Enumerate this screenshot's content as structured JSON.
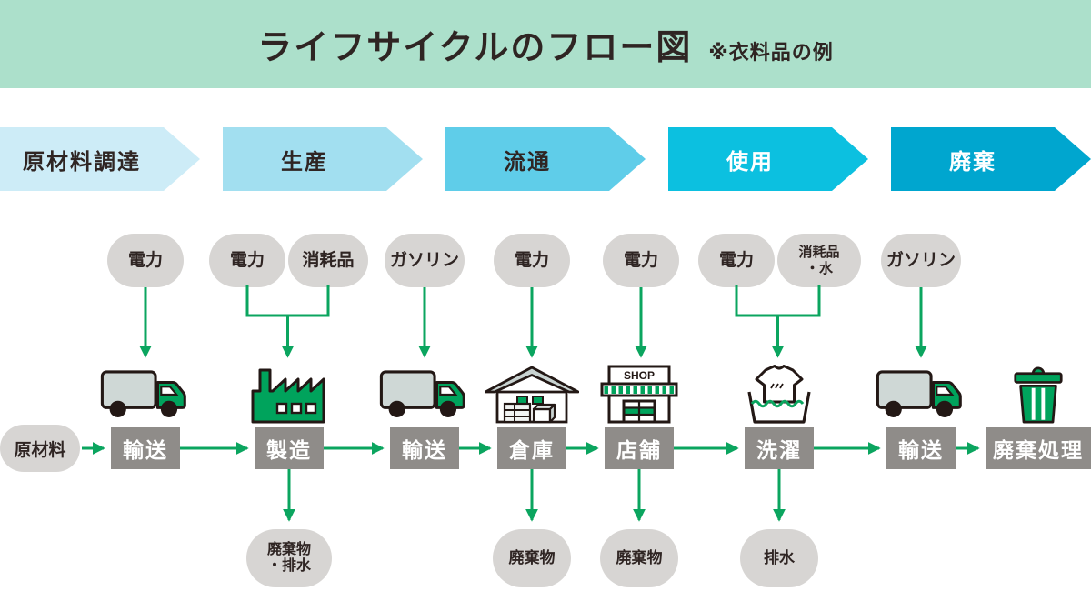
{
  "header": {
    "title": "ライフサイクルのフロー図",
    "note": "※衣料品の例"
  },
  "stages": [
    {
      "label": "原材料調達",
      "color": "#cdecf7"
    },
    {
      "label": "生産",
      "color": "#a2dff0"
    },
    {
      "label": "流通",
      "color": "#5fcde9"
    },
    {
      "label": "使用",
      "color": "#0cc0e0"
    },
    {
      "label": "廃棄",
      "color": "#00a6cf"
    }
  ],
  "inputs": [
    {
      "label": "電力"
    },
    {
      "label": "電力"
    },
    {
      "label": "消耗品"
    },
    {
      "label": "ガソリン"
    },
    {
      "label": "電力"
    },
    {
      "label": "電力"
    },
    {
      "label": "電力"
    },
    {
      "label": "消耗品\n・水"
    },
    {
      "label": "ガソリン"
    }
  ],
  "flow": {
    "source": {
      "label": "原材料"
    },
    "steps": [
      {
        "label": "輸送",
        "icon": "truck-icon"
      },
      {
        "label": "製造",
        "icon": "factory-icon"
      },
      {
        "label": "輸送",
        "icon": "truck-icon"
      },
      {
        "label": "倉庫",
        "icon": "warehouse-icon"
      },
      {
        "label": "店舗",
        "icon": "shop-icon"
      },
      {
        "label": "洗濯",
        "icon": "laundry-icon"
      },
      {
        "label": "輸送",
        "icon": "truck-icon"
      },
      {
        "label": "廃棄処理",
        "icon": "trash-icon"
      }
    ]
  },
  "outputs": [
    {
      "label": "廃棄物\n・排水"
    },
    {
      "label": "廃棄物"
    },
    {
      "label": "廃棄物"
    },
    {
      "label": "排水"
    }
  ],
  "icons": {
    "shop_sign": "SHOP"
  },
  "colors": {
    "header_band": "#ace0cb",
    "arrow_green": "#0ba55f",
    "icon_green": "#00a35c",
    "bubble_gray": "#d7d5d3",
    "box_gray": "#8f8c89",
    "outline_dark": "#231815",
    "text_dark": "#2f2523"
  }
}
